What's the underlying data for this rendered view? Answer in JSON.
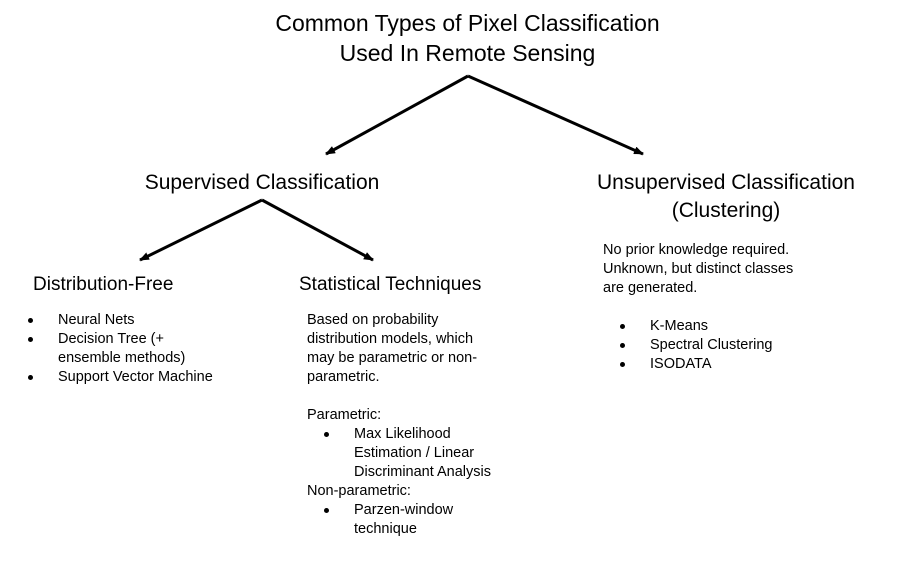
{
  "title": {
    "line1": "Common Types of Pixel Classification",
    "line2": "Used In Remote Sensing"
  },
  "supervised": {
    "heading": "Supervised Classification",
    "distribution_free": {
      "heading": "Distribution-Free",
      "items": [
        "Neural Nets",
        "Decision Tree (+ ensemble methods)",
        "Support Vector Machine"
      ]
    },
    "statistical": {
      "heading": "Statistical Techniques",
      "description": "Based on probability distribution models, which may be parametric or non-parametric.",
      "parametric_label": "Parametric:",
      "parametric_items": [
        "Max Likelihood Estimation / Linear Discriminant Analysis"
      ],
      "nonparametric_label": "Non-parametric:",
      "nonparametric_items": [
        "Parzen-window technique"
      ]
    }
  },
  "unsupervised": {
    "heading_line1": "Unsupervised Classification",
    "heading_line2": "(Clustering)",
    "description": "No prior knowledge required. Unknown, but distinct classes are generated.",
    "items": [
      "K-Means",
      "Spectral Clustering",
      "ISODATA"
    ]
  },
  "colors": {
    "text": "#000000",
    "arrow": "#000000",
    "background": "#ffffff"
  }
}
